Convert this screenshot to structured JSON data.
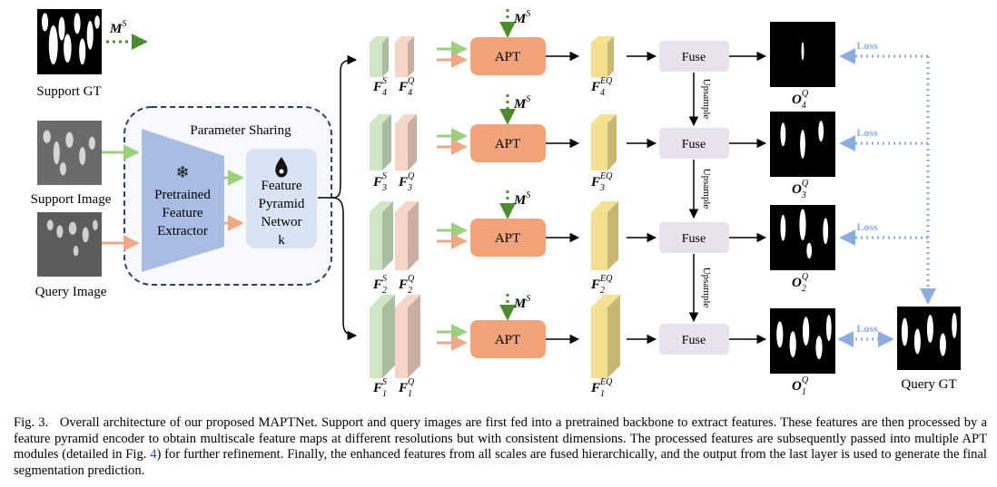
{
  "inputs": {
    "support_gt": "Support GT",
    "support_image": "Support Image",
    "query_image": "Query Image",
    "query_gt": "Query GT"
  },
  "encoder": {
    "group_label": "Parameter Sharing",
    "extractor_lines": [
      "Pretrained",
      "Feature",
      "Extractor"
    ],
    "fpn_lines": [
      "Feature",
      "Pyramid",
      "Networ",
      "k"
    ],
    "frozen_icon": "snowflake-icon",
    "trainable_icon": "flame-icon"
  },
  "mask_symbol": {
    "base": "M",
    "sup": "S"
  },
  "apt_label": "APT",
  "fuse_label": "Fuse",
  "upsample_label": "Upsample",
  "loss_label": "Loss",
  "levels": [
    {
      "index": "4",
      "fs": {
        "base": "F",
        "sub": "4",
        "sup": "S"
      },
      "fq": {
        "base": "F",
        "sub": "4",
        "sup": "Q"
      },
      "feq": {
        "base": "F",
        "sub": "4",
        "sup": "EQ"
      },
      "out": {
        "base": "O",
        "sub": "4",
        "sup": "Q"
      }
    },
    {
      "index": "3",
      "fs": {
        "base": "F",
        "sub": "3",
        "sup": "S"
      },
      "fq": {
        "base": "F",
        "sub": "3",
        "sup": "Q"
      },
      "feq": {
        "base": "F",
        "sub": "3",
        "sup": "EQ"
      },
      "out": {
        "base": "O",
        "sub": "3",
        "sup": "Q"
      }
    },
    {
      "index": "2",
      "fs": {
        "base": "F",
        "sub": "2",
        "sup": "S"
      },
      "fq": {
        "base": "F",
        "sub": "2",
        "sup": "Q"
      },
      "feq": {
        "base": "F",
        "sub": "2",
        "sup": "EQ"
      },
      "out": {
        "base": "O",
        "sub": "2",
        "sup": "Q"
      }
    },
    {
      "index": "1",
      "fs": {
        "base": "F",
        "sub": "1",
        "sup": "S"
      },
      "fq": {
        "base": "F",
        "sub": "1",
        "sup": "Q"
      },
      "feq": {
        "base": "F",
        "sub": "1",
        "sup": "EQ"
      },
      "out": {
        "base": "O",
        "sub": "1",
        "sup": "Q"
      }
    }
  ],
  "colors": {
    "extractor": "#a9bde4",
    "fpn": "#d8e4f3",
    "apt": "#f2a37a",
    "fuse": "#e9e2ee",
    "support_feature": "#cfe5c4",
    "query_feature": "#f6d4c6",
    "enhanced_feature": "#f4df8e",
    "support_arrow": "#9ccf7e",
    "query_arrow": "#eea886",
    "mask_arrow": "#4e8a2e",
    "loss": "#8cace0",
    "group_border": "#27416e"
  },
  "caption": {
    "prefix": "Fig. 3.",
    "text_a": "Overall architecture of our proposed MAPTNet. Support and query images are first fed into a pretrained backbone to extract features. These features are then processed by a feature pyramid encoder to obtain multiscale feature maps at different resolutions but with consistent dimensions. The processed features are subsequently passed into multiple APT modules (detailed in Fig.",
    "ref": "4",
    "text_b": ") for further refinement. Finally, the enhanced features from all scales are fused hierarchically, and the output from the last layer is used to generate the final segmentation prediction."
  }
}
